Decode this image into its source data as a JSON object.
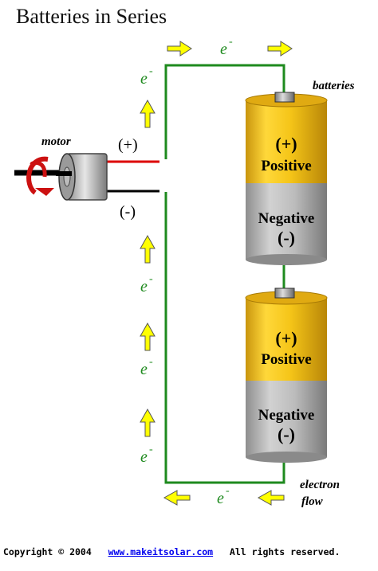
{
  "title": "Batteries in Series",
  "labels": {
    "motor": "motor",
    "batteries": "batteries",
    "electron_flow_line1": "electron",
    "electron_flow_line2": "flow",
    "plus_terminal": "(+)",
    "minus_terminal": "(-)",
    "electron_symbol": "e",
    "electron_charge": "-"
  },
  "batteries": [
    {
      "positive_sign": "(+)",
      "positive_label": "Positive",
      "negative_label": "Negative",
      "negative_sign": "(-)"
    },
    {
      "positive_sign": "(+)",
      "positive_label": "Positive",
      "negative_label": "Negative",
      "negative_sign": "(-)"
    }
  ],
  "footer": {
    "copyright": "Copyright © 2004",
    "link": "www.makeitsolar.com",
    "rights": "All rights reserved."
  },
  "colors": {
    "wire": "#1e8a1e",
    "arrow": "#ffff00",
    "battery_positive": "#f5c518",
    "battery_negative": "#b8b8b8",
    "motor_wire_positive": "#dd0000",
    "motor_wire_negative": "#000000",
    "electron_text": "#1e8a1e"
  }
}
